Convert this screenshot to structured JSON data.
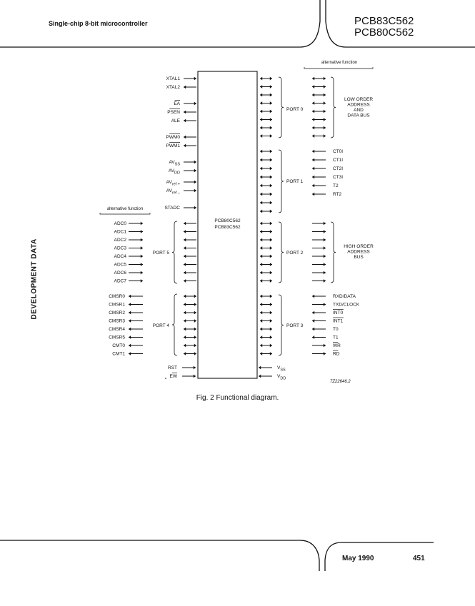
{
  "header": {
    "subtitle": "Single-chip 8-bit microcontroller",
    "part_number_1": "PCB83C562",
    "part_number_2": "PCB80C562"
  },
  "side_label": "DEVELOPMENT DATA",
  "figure": {
    "caption": "Fig. 2 Functional diagram.",
    "code": "7Z22646.2",
    "chip_label_1": "PCB80C562",
    "chip_label_2": "PCB83C562",
    "alt_function_left": "alternative function",
    "alt_function_right": "alternative function",
    "left_pins_top": [
      {
        "label": "XTAL1",
        "dir": "in"
      },
      {
        "label": "XTAL2",
        "dir": "out"
      },
      {
        "label": "EA",
        "dir": "in",
        "bar": true
      },
      {
        "label": "PSEN",
        "dir": "out",
        "bar": true
      },
      {
        "label": "ALE",
        "dir": "out"
      },
      {
        "label": "PWM0",
        "dir": "out",
        "bar": true
      },
      {
        "label": "PWM1",
        "dir": "out",
        "bar": true
      },
      {
        "label": "AV",
        "sub": "SS",
        "dir": "in"
      },
      {
        "label": "AV",
        "sub": "DD",
        "dir": "in"
      },
      {
        "label": "AV",
        "sub": "ref +",
        "dir": "in"
      },
      {
        "label": "AV",
        "sub": "ref –",
        "dir": "in"
      },
      {
        "label": "STADC",
        "dir": "in"
      }
    ],
    "port5_label": "PORT 5",
    "port5_alt": [
      "ADC0",
      "ADC1",
      "ADC2",
      "ADC3",
      "ADC4",
      "ADC5",
      "ADC6",
      "ADC7"
    ],
    "port4_label": "PORT 4",
    "port4_alt": [
      "CMSR0",
      "CMSR1",
      "CMSR2",
      "CMSR3",
      "CMSR4",
      "CMSR5",
      "CMT0",
      "CMT1"
    ],
    "left_pins_bottom": [
      {
        "label": "RST",
        "dir": "in"
      },
      {
        "label": "EW",
        "dir": "in",
        "bar": true
      }
    ],
    "port0_label": "PORT 0",
    "port0_alt_lines": [
      "LOW ORDER",
      "ADDRESS",
      "AND",
      "DATA BUS"
    ],
    "port1_label": "PORT 1",
    "port1_alt": [
      "CT0I",
      "CT1I",
      "CT2I",
      "CT3I",
      "T2",
      "RT2"
    ],
    "port2_label": "PORT 2",
    "port2_alt_lines": [
      "HIGH ORDER",
      "ADDRESS",
      "BUS"
    ],
    "port3_label": "PORT 3",
    "port3_alt": [
      {
        "label": "RXD/DATA",
        "dir": "in"
      },
      {
        "label": "TXD/CLOCK",
        "dir": "out"
      },
      {
        "label": "INT0",
        "dir": "in",
        "bar": true
      },
      {
        "label": "INT1",
        "dir": "in",
        "bar": true
      },
      {
        "label": "T0",
        "dir": "in"
      },
      {
        "label": "T1",
        "dir": "in"
      },
      {
        "label": "WR",
        "dir": "out",
        "bar": true
      },
      {
        "label": "RD",
        "dir": "out",
        "bar": true
      }
    ],
    "supply_pins": [
      {
        "label": "V",
        "sub": "SS"
      },
      {
        "label": "V",
        "sub": "DD"
      }
    ]
  },
  "footer": {
    "date": "May 1990",
    "page": "451"
  }
}
